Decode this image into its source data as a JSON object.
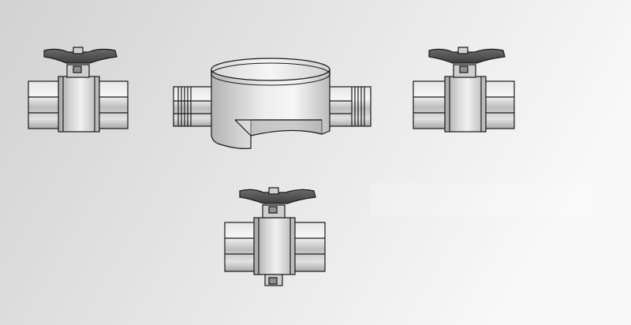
{
  "diagram": {
    "background_start": "#d2d2d2",
    "background_end": "#f8f8f8",
    "metal_light": "#f4f4f4",
    "metal_mid": "#cfcfcf",
    "metal_dark": "#8f8f8f",
    "handle_color": "#555555",
    "outline_color": "#1a1a1a",
    "components": [
      {
        "id": "ball-valve-left",
        "kind": "ball-valve"
      },
      {
        "id": "water-meter",
        "kind": "water-meter"
      },
      {
        "id": "ball-valve-right",
        "kind": "ball-valve"
      },
      {
        "id": "ball-valve-bottom",
        "kind": "ball-valve-with-drain"
      }
    ]
  }
}
